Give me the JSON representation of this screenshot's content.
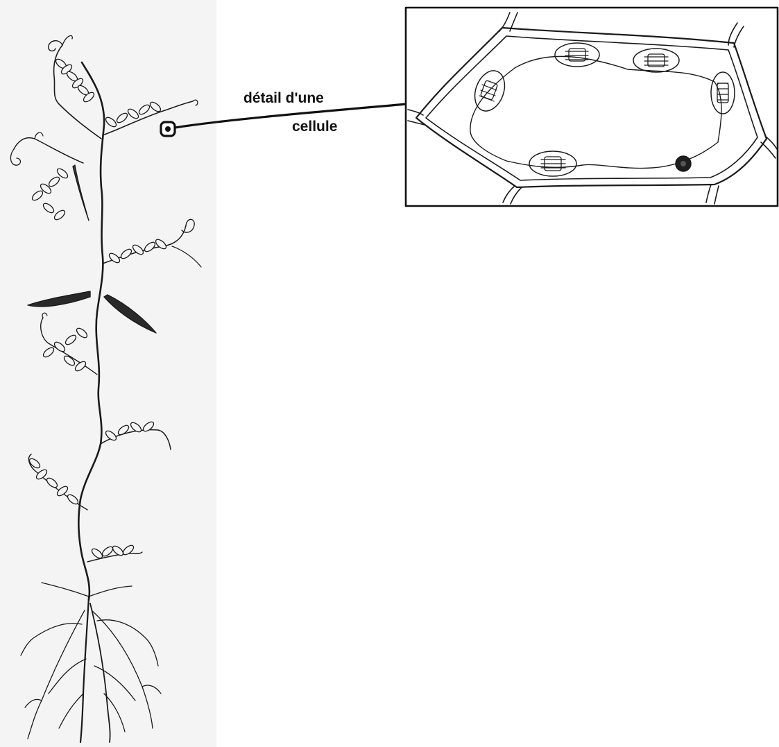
{
  "label": {
    "line1": "détail d'une",
    "line2": "cellule"
  },
  "illustration": {
    "plant": "plant-drawing",
    "cell": "plant-cell-drawing"
  },
  "colors": {
    "ink": "#1a1a1a",
    "paper": "#f4f4f4",
    "background": "#ffffff"
  }
}
